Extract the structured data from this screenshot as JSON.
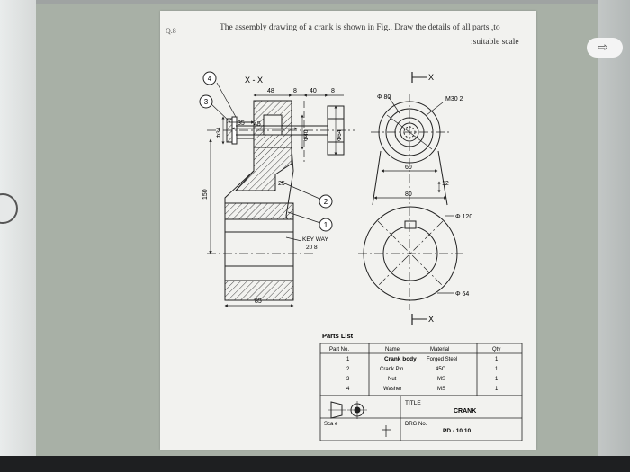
{
  "question": {
    "number": "Q.8",
    "text_line1": "The assembly drawing of a crank is shown in Fig.. Draw the details of all parts ,to",
    "text_line2": ":suitable scale"
  },
  "drawing": {
    "view_label_left": "X - X",
    "view_label_top": "X",
    "view_label_bottom": "X",
    "balloon_1": "1",
    "balloon_2": "2",
    "balloon_3": "3",
    "balloon_4": "4",
    "dim_48": "48",
    "dim_8a": "8",
    "dim_40": "40",
    "dim_8b": "8",
    "dim_35": "35",
    "dim_45": "45",
    "dim_25": "25",
    "dim_150": "150",
    "dim_85": "85",
    "dim_phi_left": "Φ34",
    "dim_phi40": "Φ40",
    "dim_phi64v": "Φ64",
    "dim_phi80": "Φ 80",
    "dim_m30": "M30  2",
    "dim_60": "60",
    "dim_12": "12",
    "dim_80": "80",
    "dim_phi120": "Φ 120",
    "dim_phi64": "Φ 64",
    "keyway_label": "KEY WAY",
    "keyway_dims": "20  8"
  },
  "parts_list": {
    "title": "Parts List",
    "headers": [
      "Part No.",
      "Name",
      "Material",
      "Qty"
    ],
    "rows": [
      [
        "1",
        "Crank body",
        "Forged Steel",
        "1"
      ],
      [
        "2",
        "Crank Pin",
        "45C",
        "1"
      ],
      [
        "3",
        "Nut",
        "MS",
        "1"
      ],
      [
        "4",
        "Washer",
        "MS",
        "1"
      ]
    ]
  },
  "title_block": {
    "title_label": "TITLE",
    "title_value": "CRANK",
    "scale_label": "Sca e",
    "drg_label": "DRG No.",
    "drg_value": "PD - 10.10"
  },
  "right_pill_symbol": "⇨"
}
